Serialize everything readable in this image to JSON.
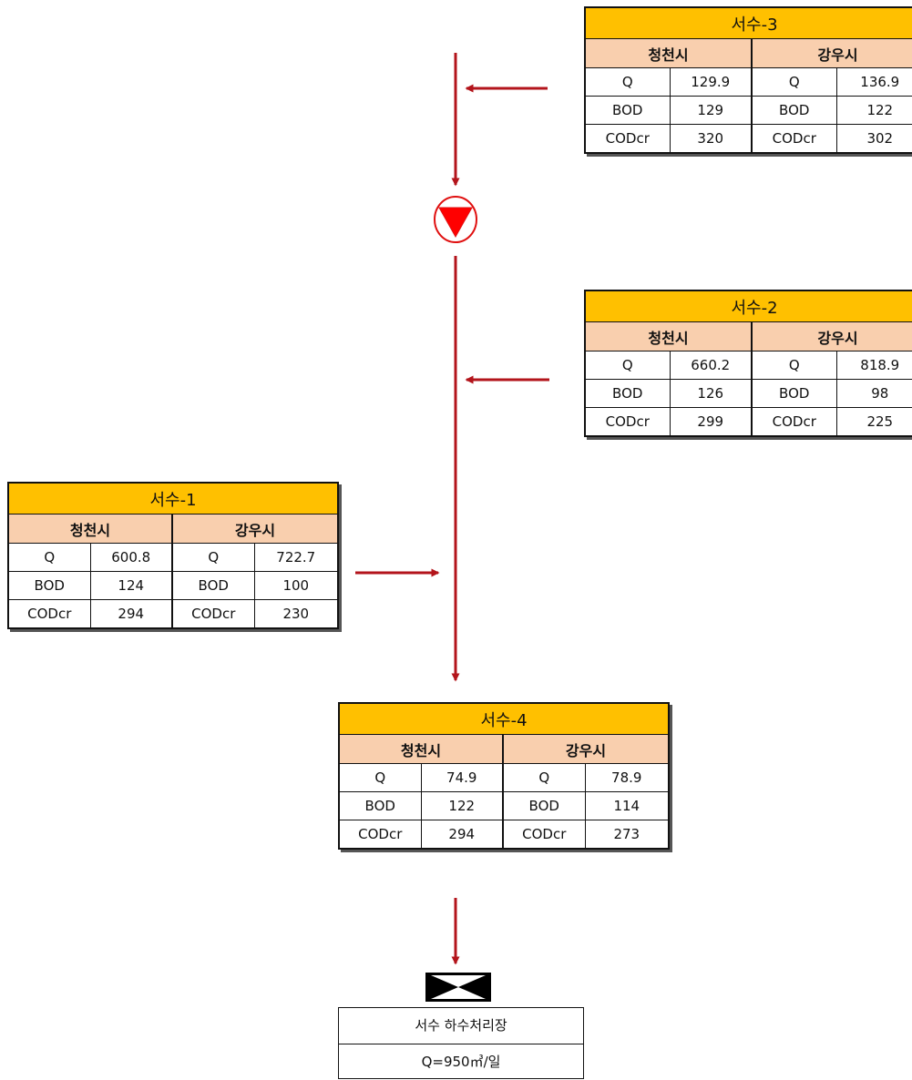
{
  "colors": {
    "title_fill": "#ffc000",
    "header_fill": "#f9cfae",
    "flow_line": "#b3141b",
    "pump_fill": "#ff0000"
  },
  "icons": {
    "pump": "pump-triangle-icon",
    "valve": "bowtie-valve-icon",
    "arrow": "flow-arrow-icon"
  },
  "tables": {
    "s3": {
      "title": "서수-3",
      "left_header": "청천시",
      "right_header": "강우시",
      "rows": [
        {
          "l_label": "Q",
          "l_value": "129.9",
          "r_label": "Q",
          "r_value": "136.9"
        },
        {
          "l_label": "BOD",
          "l_value": "129",
          "r_label": "BOD",
          "r_value": "122"
        },
        {
          "l_label": "CODcr",
          "l_value": "320",
          "r_label": "CODcr",
          "r_value": "302"
        }
      ]
    },
    "s2": {
      "title": "서수-2",
      "left_header": "청천시",
      "right_header": "강우시",
      "rows": [
        {
          "l_label": "Q",
          "l_value": "660.2",
          "r_label": "Q",
          "r_value": "818.9"
        },
        {
          "l_label": "BOD",
          "l_value": "126",
          "r_label": "BOD",
          "r_value": "98"
        },
        {
          "l_label": "CODcr",
          "l_value": "299",
          "r_label": "CODcr",
          "r_value": "225"
        }
      ]
    },
    "s1": {
      "title": "서수-1",
      "left_header": "청천시",
      "right_header": "강우시",
      "rows": [
        {
          "l_label": "Q",
          "l_value": "600.8",
          "r_label": "Q",
          "r_value": "722.7"
        },
        {
          "l_label": "BOD",
          "l_value": "124",
          "r_label": "BOD",
          "r_value": "100"
        },
        {
          "l_label": "CODcr",
          "l_value": "294",
          "r_label": "CODcr",
          "r_value": "230"
        }
      ]
    },
    "s4": {
      "title": "서수-4",
      "left_header": "청천시",
      "right_header": "강우시",
      "rows": [
        {
          "l_label": "Q",
          "l_value": "74.9",
          "r_label": "Q",
          "r_value": "78.9"
        },
        {
          "l_label": "BOD",
          "l_value": "122",
          "r_label": "BOD",
          "r_value": "114"
        },
        {
          "l_label": "CODcr",
          "l_value": "294",
          "r_label": "CODcr",
          "r_value": "273"
        }
      ]
    }
  },
  "plant": {
    "name": "서수 하수처리장",
    "capacity": "Q=950㎥/일"
  }
}
